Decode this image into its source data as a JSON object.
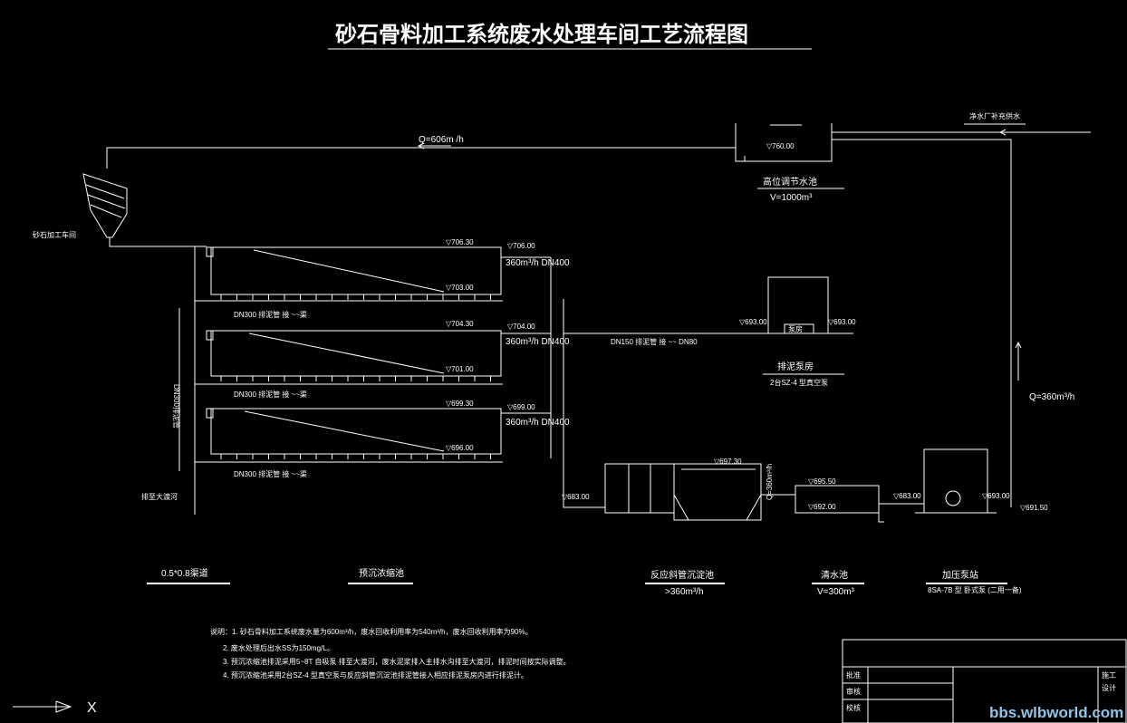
{
  "title": "砂石骨料加工系统废水处理车间工艺流程图",
  "flows": {
    "top_q": "Q=606m /h",
    "right_q": "Q=360m³/h",
    "supply_label": "净水厂补充供水"
  },
  "workshop_label": "砂石加工车间",
  "high_tank": {
    "elevation": "▽760.00",
    "name": "高位调节水池",
    "volume": "V=1000m³"
  },
  "sed_tanks": [
    {
      "top_left": "▽706.30",
      "top_right": "▽706.00",
      "flow": "360m³/h DN400",
      "bottom": "▽703.00",
      "pipe": "DN300 排泥管  接 ~~渠"
    },
    {
      "top_left": "▽704.30",
      "top_right": "▽704.00",
      "flow": "360m³/h DN400",
      "bottom": "▽701.00",
      "pipe": "DN300 排泥管  接 ~~渠"
    },
    {
      "top_left": "▽699.30",
      "top_right": "▽699.00",
      "flow": "360m³/h DN400",
      "bottom": "▽696.00",
      "pipe": "DN300 排泥管  接 ~~渠"
    }
  ],
  "vertical_pipe": "DN300排泥管",
  "to_river": "排至大渡河",
  "pipe_label": "DN150 排泥管  接 ~~ DN80",
  "pump_house": {
    "left_elev": "▽693.00",
    "right_elev": "▽693.00",
    "inner": "泵房",
    "name": "排泥泵房",
    "model": "2台SZ-4 型真空泵"
  },
  "reactor": {
    "in_elev": "▽683.00",
    "top_elev": "▽697.30",
    "flow": "Q=360m³/h"
  },
  "clear_pool": {
    "e1": "▽695.50",
    "e2": "▽692.00",
    "e3": "▽683.00"
  },
  "pressure": {
    "e1": "▽693.00",
    "e2": "▽691.50"
  },
  "legend": [
    {
      "name": "0.5*0.8渠道",
      "sub": ""
    },
    {
      "name": "预沉浓缩池",
      "sub": ""
    },
    {
      "name": "反应斜管沉淀池",
      "sub": ">360m³/h"
    },
    {
      "name": "清水池",
      "sub": "V=300m³"
    },
    {
      "name": "加压泵站",
      "sub": "8SA-7B 型 卧式泵 (二用一备)"
    }
  ],
  "notes": [
    "说明：1. 砂石骨料加工系统废水量为600m³/h，废水回收利用率为540m³/h，废水回收利用率为90%。",
    "2. 废水处理后出水SS为150mg/L。",
    "3. 预沉浓缩池排泥采用5~8T 自吸泵 排至大渡河，废水泥浆排入主排水沟排至大渡河，排泥时间按实际调整。",
    "4. 预沉浓缩池采用2台SZ-4 型真空泵与反应斜管沉淀池排泥管接入相应排泥泵房内进行排泥计。"
  ],
  "title_block": {
    "row1": "批准",
    "row2": "审核",
    "row3": "校核",
    "right1": "施工",
    "right2": "设计"
  },
  "watermark": "bbs.wlbworld.com",
  "axis": {
    "x": "X"
  }
}
